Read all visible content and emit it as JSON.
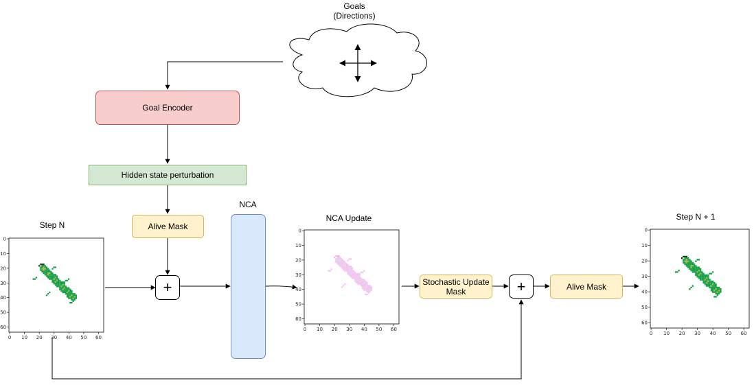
{
  "goals": {
    "title": "Goals",
    "subtitle": "(Directions)"
  },
  "goal_encoder": {
    "label": "Goal Encoder",
    "fill": "#f8cecc",
    "stroke": "#b85450"
  },
  "perturbation": {
    "label": "Hidden state perturbation",
    "fill": "#d5e8d4",
    "stroke": "#82b366"
  },
  "alive_mask_1": {
    "label": "Alive Mask",
    "fill": "#fff2cc",
    "stroke": "#d6b656"
  },
  "alive_mask_2": {
    "label": "Alive Mask"
  },
  "nca": {
    "label": "NCA",
    "fill": "#dae8fc",
    "stroke": "#6c8ebf"
  },
  "stochastic_mask": {
    "label_line1": "Stochastic Update",
    "label_line2": "Mask"
  },
  "plus_symbol": "+",
  "plots": {
    "step_n": {
      "title": "Step N"
    },
    "nca_update": {
      "title": "NCA Update"
    },
    "step_n1": {
      "title": "Step N + 1"
    },
    "x_ticks": [
      "0",
      "10",
      "20",
      "30",
      "40",
      "50",
      "60"
    ],
    "y_ticks": [
      "0",
      "10",
      "20",
      "30",
      "40",
      "50",
      "60"
    ]
  }
}
